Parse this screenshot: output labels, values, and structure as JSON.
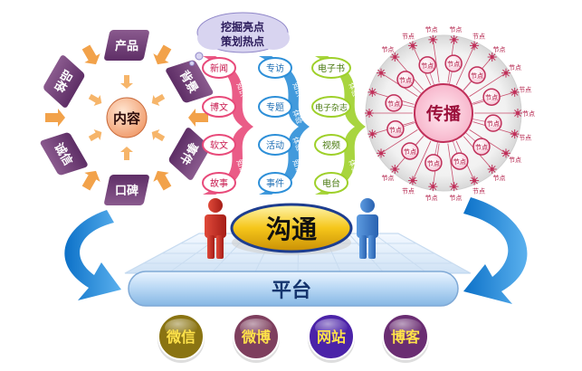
{
  "cloud_text": [
    "挖掘亮点",
    "策划热点"
  ],
  "content_cycle": {
    "center": "内容",
    "nodes": [
      "产品",
      "背景",
      "事件",
      "口碑",
      "诚信",
      "品格"
    ]
  },
  "channels": {
    "col1": [
      "新闻",
      "博文",
      "软文",
      "故事"
    ],
    "col2": [
      "专访",
      "专题",
      "活动",
      "事件"
    ],
    "col3": [
      "电子书",
      "电子杂志",
      "视频",
      "电台"
    ],
    "ribbon1": [
      "知识",
      "知识"
    ],
    "ribbon2": [
      "知识",
      "知识",
      "体验",
      "体验"
    ],
    "ribbon3": [
      "体验",
      "体验"
    ]
  },
  "spread": {
    "center": "传播",
    "inner_label": "节点",
    "outer_label": "节点"
  },
  "communicate": "沟通",
  "platform": "平台",
  "media": [
    {
      "label": "微信",
      "color": "#8a7412"
    },
    {
      "label": "微博",
      "color": "#7e3f5e"
    },
    {
      "label": "网站",
      "color": "#4b23a8"
    },
    {
      "label": "博客",
      "color": "#6a2d72"
    }
  ]
}
